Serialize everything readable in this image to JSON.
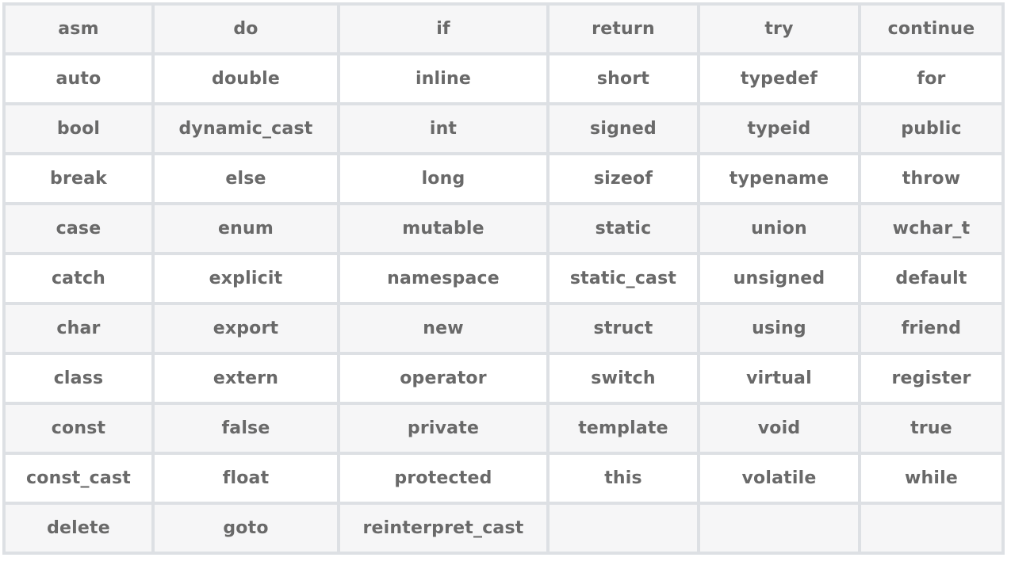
{
  "colors": {
    "row_stripe": "#f6f6f7",
    "row_plain": "#ffffff",
    "border": "#dde0e4",
    "text": "#696969",
    "background": "#ffffff"
  },
  "table": {
    "description": "cpp-reserved-keywords-table",
    "columns": 6,
    "rows": [
      [
        "asm",
        "do",
        "if",
        "return",
        "try",
        "continue"
      ],
      [
        "auto",
        "double",
        "inline",
        "short",
        "typedef",
        "for"
      ],
      [
        "bool",
        "dynamic_cast",
        "int",
        "signed",
        "typeid",
        "public"
      ],
      [
        "break",
        "else",
        "long",
        "sizeof",
        "typename",
        "throw"
      ],
      [
        "case",
        "enum",
        "mutable",
        "static",
        "union",
        "wchar_t"
      ],
      [
        "catch",
        "explicit",
        "namespace",
        "static_cast",
        "unsigned",
        "default"
      ],
      [
        "char",
        "export",
        "new",
        "struct",
        "using",
        "friend"
      ],
      [
        "class",
        "extern",
        "operator",
        "switch",
        "virtual",
        "register"
      ],
      [
        "const",
        "false",
        "private",
        "template",
        "void",
        "true"
      ],
      [
        "const_cast",
        "float",
        "protected",
        "this",
        "volatile",
        "while"
      ],
      [
        "delete",
        "goto",
        "reinterpret_cast",
        "",
        "",
        ""
      ]
    ]
  }
}
